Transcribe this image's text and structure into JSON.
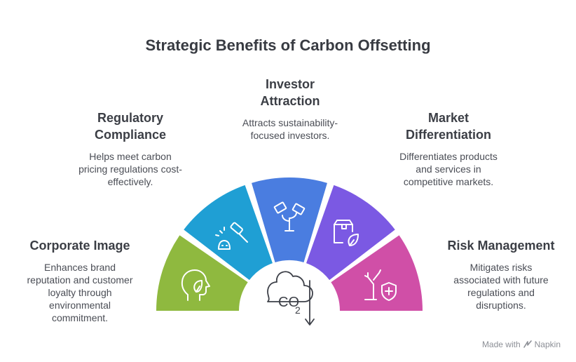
{
  "title": "Strategic Benefits of Carbon Offsetting",
  "segments": [
    {
      "heading": "Corporate Image",
      "description": "Enhances brand\nreputation and customer\nloyalty through\nenvironmental\ncommitment.",
      "color": "#8fb93f",
      "icon": "head-leaf-icon"
    },
    {
      "heading": "Regulatory\nCompliance",
      "description": "Helps meet carbon\npricing regulations cost-\neffectively.",
      "color": "#1f9fd4",
      "icon": "gavel-icon"
    },
    {
      "heading": "Investor\nAttraction",
      "description": "Attracts sustainability-\nfocused investors.",
      "color": "#4a7de0",
      "icon": "money-plant-icon"
    },
    {
      "heading": "Market\nDifferentiation",
      "description": "Differentiates products\nand services in\ncompetitive markets.",
      "color": "#7b59e3",
      "icon": "box-leaf-icon"
    },
    {
      "heading": "Risk Management",
      "description": "Mitigates risks\nassociated with future\nregulations and\ndisruptions.",
      "color": "#d04fa7",
      "icon": "tree-shield-icon"
    }
  ],
  "center": {
    "label": "CO",
    "subscript": "2",
    "icon": "co2-cloud-icon"
  },
  "footer": {
    "text": "Made with",
    "brand": "Napkin"
  }
}
